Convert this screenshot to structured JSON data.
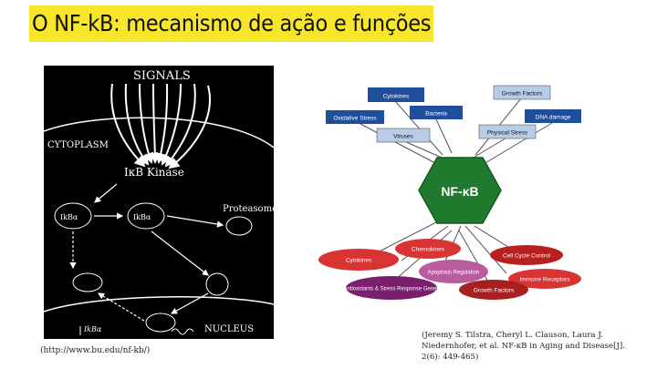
{
  "title": "O NF-kB: mecanismo de ação e funções",
  "left_figure": {
    "signals": "SIGNALS",
    "cytoplasm": "CYTOPLASM",
    "ikb_kinase": "IκB Kinase",
    "proteasome": "Proteasome",
    "nucleus": "NUCLEUS",
    "ikba": "IkBα",
    "ikba_gene": "IkBα"
  },
  "left_caption": "(http://www.bu.edu/nf-kb/)",
  "right_figure": {
    "center": "NF-κB",
    "inputs": [
      "Cytokines",
      "Growth Factors",
      "Oxidative Stress",
      "Bacteria",
      "DNA damage",
      "Viruses",
      "Physical Stress"
    ],
    "outputs": [
      "Chemokines",
      "Cell Cycle Control",
      "Cytokines",
      "Apoptosis Regulation",
      "Immune Receptors",
      "Antioxidants & Stress Response Genes",
      "Growth Factors"
    ],
    "colors": {
      "hex": "#1f7a2e",
      "blue_box": "#1f4e9c",
      "light_box": "#b8cce8",
      "red": "#d93434",
      "purple": "#7a1f6e"
    }
  },
  "right_caption": "(Jeremy S. Tilstra, Cheryl L. Clauson, Laura J. Niedernhofer, et al. NF-κB in Aging and Disease[J]. 2(6): 449-465)"
}
